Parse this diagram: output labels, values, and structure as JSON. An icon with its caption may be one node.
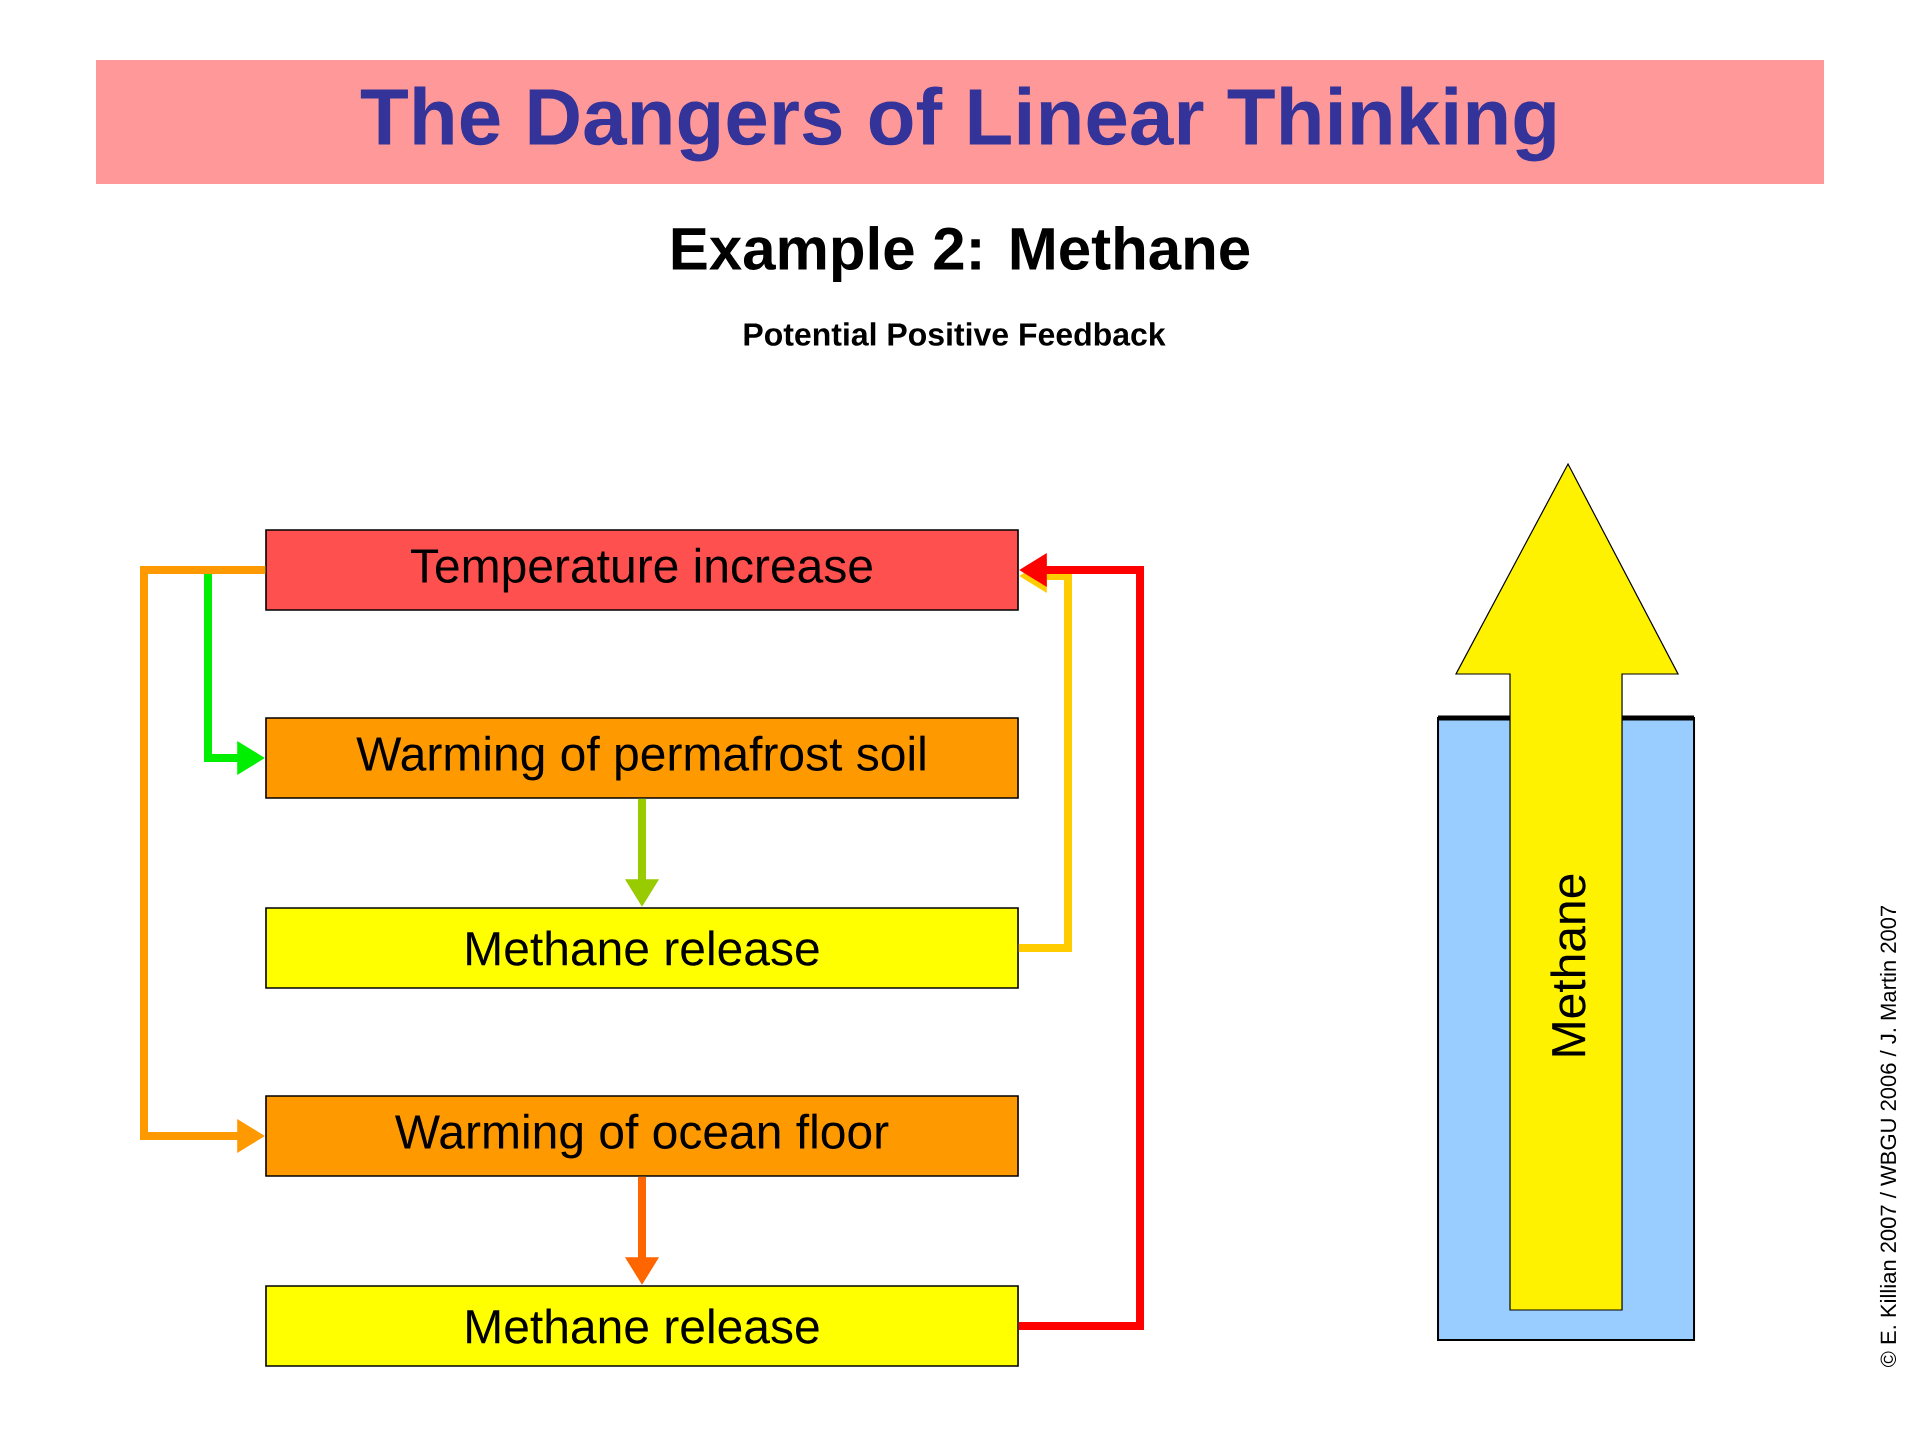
{
  "diagram": {
    "title": "The Dangers of Linear Thinking",
    "nodes": [
      {
        "text": [
          "Temperature increase"
        ]
      },
      {
        "text": [
          "Warming of permafrost soil"
        ]
      },
      {
        "text": [
          "Methane release"
        ]
      },
      {
        "text": [
          "Warming of ocean floor"
        ]
      },
      {
        "text": [
          "Methane release"
        ]
      },
      {
        "text": [
          "Methane"
        ]
      }
    ],
    "edges": [
      {
        "from": 0,
        "to": 1,
        "arrow": "to",
        "color": "#00ee00"
      },
      {
        "from": 1,
        "to": 2,
        "arrow": "to",
        "color": "#99cc00"
      },
      {
        "from": 2,
        "to": 0,
        "arrow": "to",
        "color": "#ffcc00"
      },
      {
        "from": 0,
        "to": 3,
        "arrow": "to",
        "color": "#ff9900"
      },
      {
        "from": 3,
        "to": 4,
        "arrow": "to",
        "color": "#ff6600"
      },
      {
        "from": 4,
        "to": 0,
        "arrow": "to",
        "color": "#ff0000"
      }
    ],
    "labels": [
      "Example 2: Methane",
      "Potential Positive Feedback",
      "© E. Killian 2007 / WBGU 2006 / J. Martin 2007"
    ]
  }
}
